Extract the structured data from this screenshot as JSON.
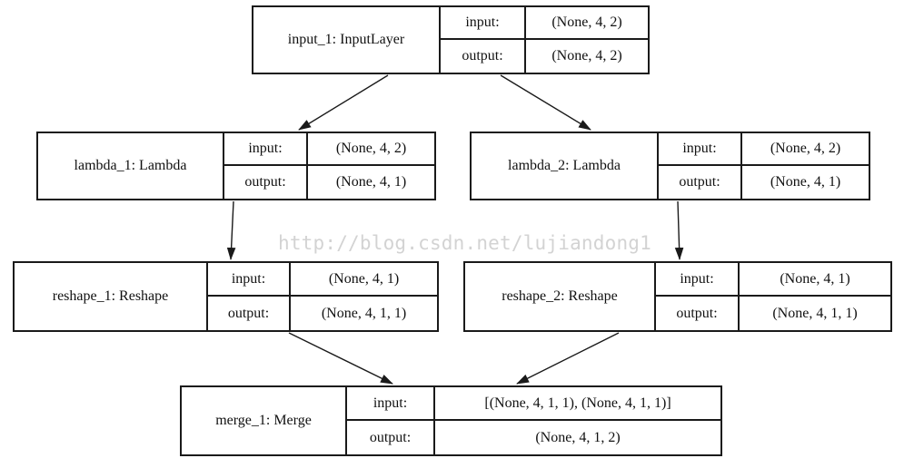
{
  "diagram_type": "keras-model-plot",
  "colors": {
    "line": "#1a1a1a",
    "background": "#ffffff",
    "watermark": "#d3d3d3"
  },
  "watermark": {
    "text": "http://blog.csdn.net/lujiandong1"
  },
  "nodes": [
    {
      "id": "input_1",
      "name": "input_1: InputLayer",
      "input_label": "input:",
      "output_label": "output:",
      "input_shape": "(None, 4, 2)",
      "output_shape": "(None, 4, 2)"
    },
    {
      "id": "lambda_1",
      "name": "lambda_1: Lambda",
      "input_label": "input:",
      "output_label": "output:",
      "input_shape": "(None, 4, 2)",
      "output_shape": "(None, 4, 1)"
    },
    {
      "id": "lambda_2",
      "name": "lambda_2: Lambda",
      "input_label": "input:",
      "output_label": "output:",
      "input_shape": "(None, 4, 2)",
      "output_shape": "(None, 4, 1)"
    },
    {
      "id": "reshape_1",
      "name": "reshape_1: Reshape",
      "input_label": "input:",
      "output_label": "output:",
      "input_shape": "(None, 4, 1)",
      "output_shape": "(None, 4, 1, 1)"
    },
    {
      "id": "reshape_2",
      "name": "reshape_2: Reshape",
      "input_label": "input:",
      "output_label": "output:",
      "input_shape": "(None, 4, 1)",
      "output_shape": "(None, 4, 1, 1)"
    },
    {
      "id": "merge_1",
      "name": "merge_1: Merge",
      "input_label": "input:",
      "output_label": "output:",
      "input_shape": "[(None, 4, 1, 1), (None, 4, 1, 1)]",
      "output_shape": "(None, 4, 1, 2)"
    }
  ],
  "edges": [
    {
      "from": "input_1",
      "to": "lambda_1"
    },
    {
      "from": "input_1",
      "to": "lambda_2"
    },
    {
      "from": "lambda_1",
      "to": "reshape_1"
    },
    {
      "from": "lambda_2",
      "to": "reshape_2"
    },
    {
      "from": "reshape_1",
      "to": "merge_1"
    },
    {
      "from": "reshape_2",
      "to": "merge_1"
    }
  ]
}
